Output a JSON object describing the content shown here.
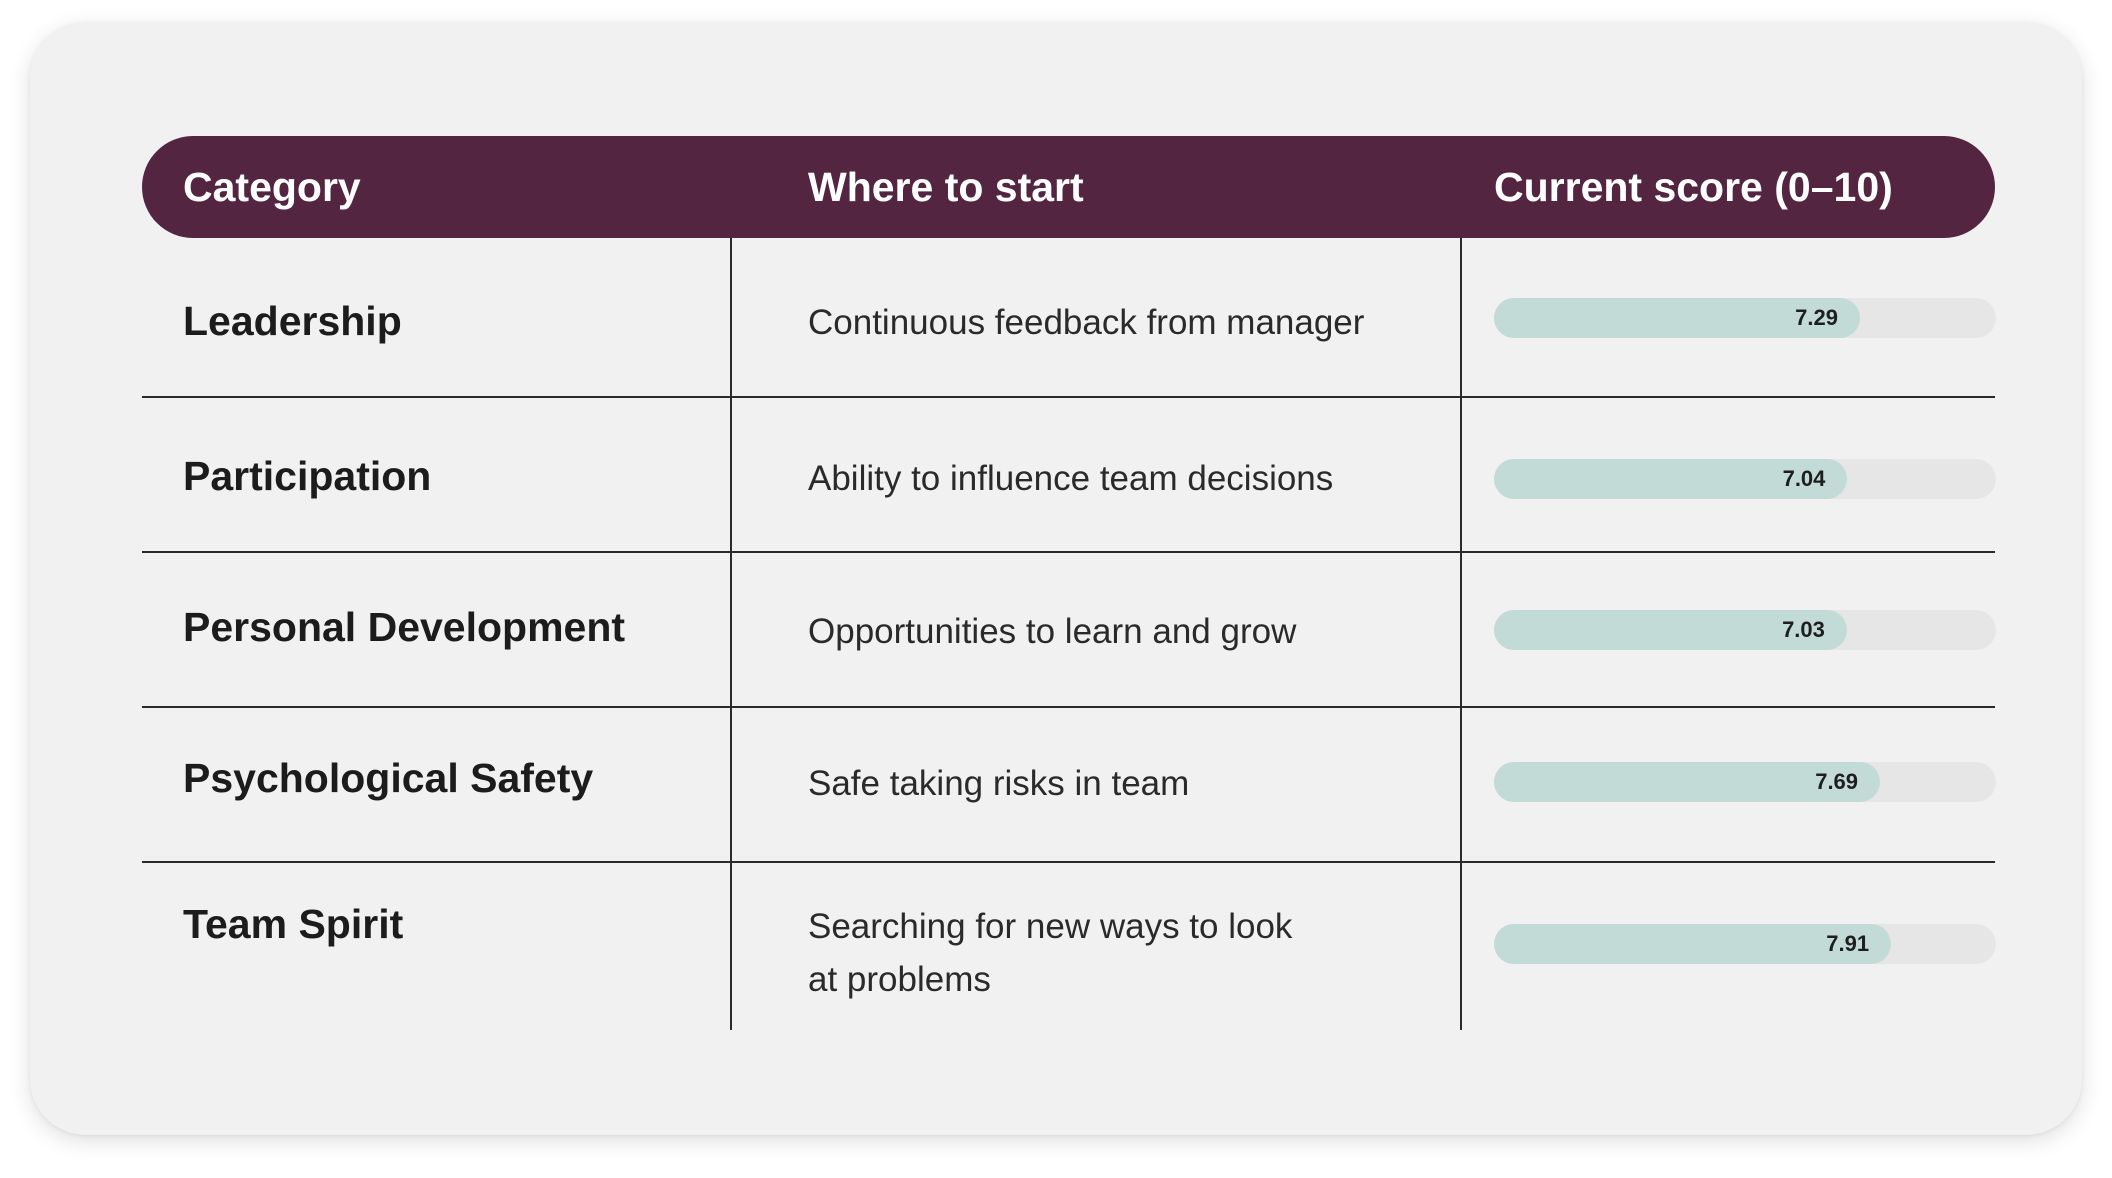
{
  "header": {
    "category": "Category",
    "where_to_start": "Where to start",
    "current_score": "Current score (0–10)"
  },
  "score_max": 10,
  "rows": [
    {
      "category": "Leadership",
      "start": "Continuous feedback from manager",
      "score": "7.29"
    },
    {
      "category": "Participation",
      "start": "Ability to influence team decisions",
      "score": "7.04"
    },
    {
      "category": "Personal Development",
      "start": "Opportunities to learn and grow",
      "score": "7.03"
    },
    {
      "category": "Psychological Safety",
      "start": "Safe taking risks in team",
      "score": "7.69"
    },
    {
      "category": "Team Spirit",
      "start": "Searching for new ways to look\nat problems",
      "score": "7.91"
    }
  ],
  "colors": {
    "header_bg": "#532540",
    "bar_fill": "#c2dbd6",
    "bar_track": "#e6e6e6",
    "card_bg": "#f1f1f1"
  }
}
